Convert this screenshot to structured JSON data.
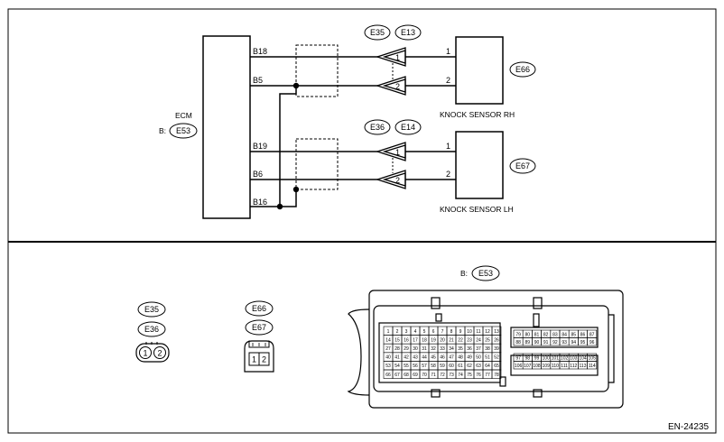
{
  "ecm": {
    "label": "ECM",
    "connector_prefix": "B:",
    "connector": "E53",
    "pins": [
      "B18",
      "B5",
      "B19",
      "B6",
      "B16"
    ]
  },
  "knock_rh": {
    "label": "KNOCK SENSOR RH",
    "connector": "E66",
    "joint_a": "E35",
    "joint_b": "E13",
    "pins": [
      "1",
      "2"
    ]
  },
  "knock_lh": {
    "label": "KNOCK SENSOR LH",
    "connector": "E67",
    "joint_a": "E36",
    "joint_b": "E14",
    "pins": [
      "1",
      "2"
    ]
  },
  "bottom": {
    "conn_a": {
      "top": "E35",
      "bottom": "E36",
      "pins": [
        "1",
        "2"
      ]
    },
    "conn_b": {
      "top": "E66",
      "bottom": "E67",
      "pins": [
        "1",
        "2"
      ]
    },
    "ecm_conn": {
      "prefix": "B:",
      "name": "E53"
    }
  },
  "ecm_pins": {
    "left_rows": [
      [
        "1",
        "2",
        "3",
        "4",
        "5",
        "6",
        "7",
        "8",
        "9",
        "10",
        "11",
        "12",
        "13"
      ],
      [
        "14",
        "15",
        "16",
        "17",
        "18",
        "19",
        "20",
        "21",
        "22",
        "23",
        "24",
        "25",
        "26"
      ],
      [
        "27",
        "28",
        "29",
        "30",
        "31",
        "32",
        "33",
        "34",
        "35",
        "36",
        "37",
        "38",
        "39"
      ],
      [
        "40",
        "41",
        "42",
        "43",
        "44",
        "45",
        "46",
        "47",
        "48",
        "49",
        "50",
        "51",
        "52"
      ],
      [
        "53",
        "54",
        "55",
        "56",
        "57",
        "58",
        "59",
        "60",
        "61",
        "62",
        "63",
        "64",
        "65"
      ],
      [
        "66",
        "67",
        "68",
        "69",
        "70",
        "71",
        "72",
        "73",
        "74",
        "75",
        "76",
        "77",
        "78"
      ]
    ],
    "right_rows": [
      [
        "79",
        "80",
        "81",
        "82",
        "83",
        "84",
        "85",
        "86",
        "87"
      ],
      [
        "88",
        "89",
        "90",
        "91",
        "92",
        "93",
        "94",
        "95",
        "96"
      ],
      [
        "97",
        "98",
        "99",
        "100",
        "101",
        "102",
        "103",
        "104",
        "105"
      ],
      [
        "106",
        "107",
        "108",
        "109",
        "110",
        "111",
        "112",
        "113",
        "114"
      ]
    ]
  },
  "ref_code": "EN-24235"
}
